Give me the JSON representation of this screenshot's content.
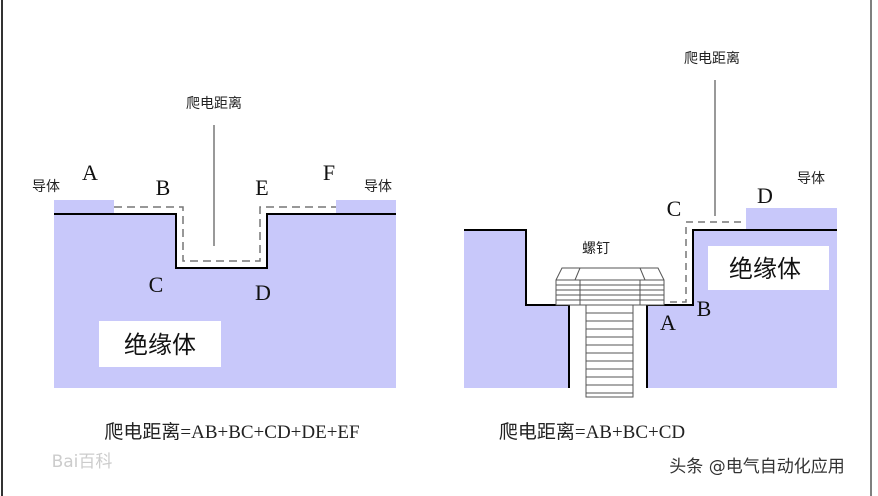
{
  "colors": {
    "insulator": "#c8c8fa",
    "conductor": "#c8c8fa",
    "line": "#000000"
  },
  "left": {
    "callout": "爬电距离",
    "conductor_left": "导体",
    "conductor_right": "导体",
    "points": {
      "A": "A",
      "B": "B",
      "C": "C",
      "D": "D",
      "E": "E",
      "F": "F"
    },
    "insulator": "绝缘体",
    "formula": "爬电距离=AB+BC+CD+DE+EF"
  },
  "right": {
    "callout": "爬电距离",
    "conductor": "导体",
    "screw": "螺钉",
    "points": {
      "A": "A",
      "B": "B",
      "C": "C",
      "D": "D"
    },
    "insulator": "绝缘体",
    "formula": "爬电距离=AB+BC+CD"
  },
  "watermarks": {
    "baidu": "Bai百科",
    "toutiao": "头条 @电气自动化应用"
  }
}
